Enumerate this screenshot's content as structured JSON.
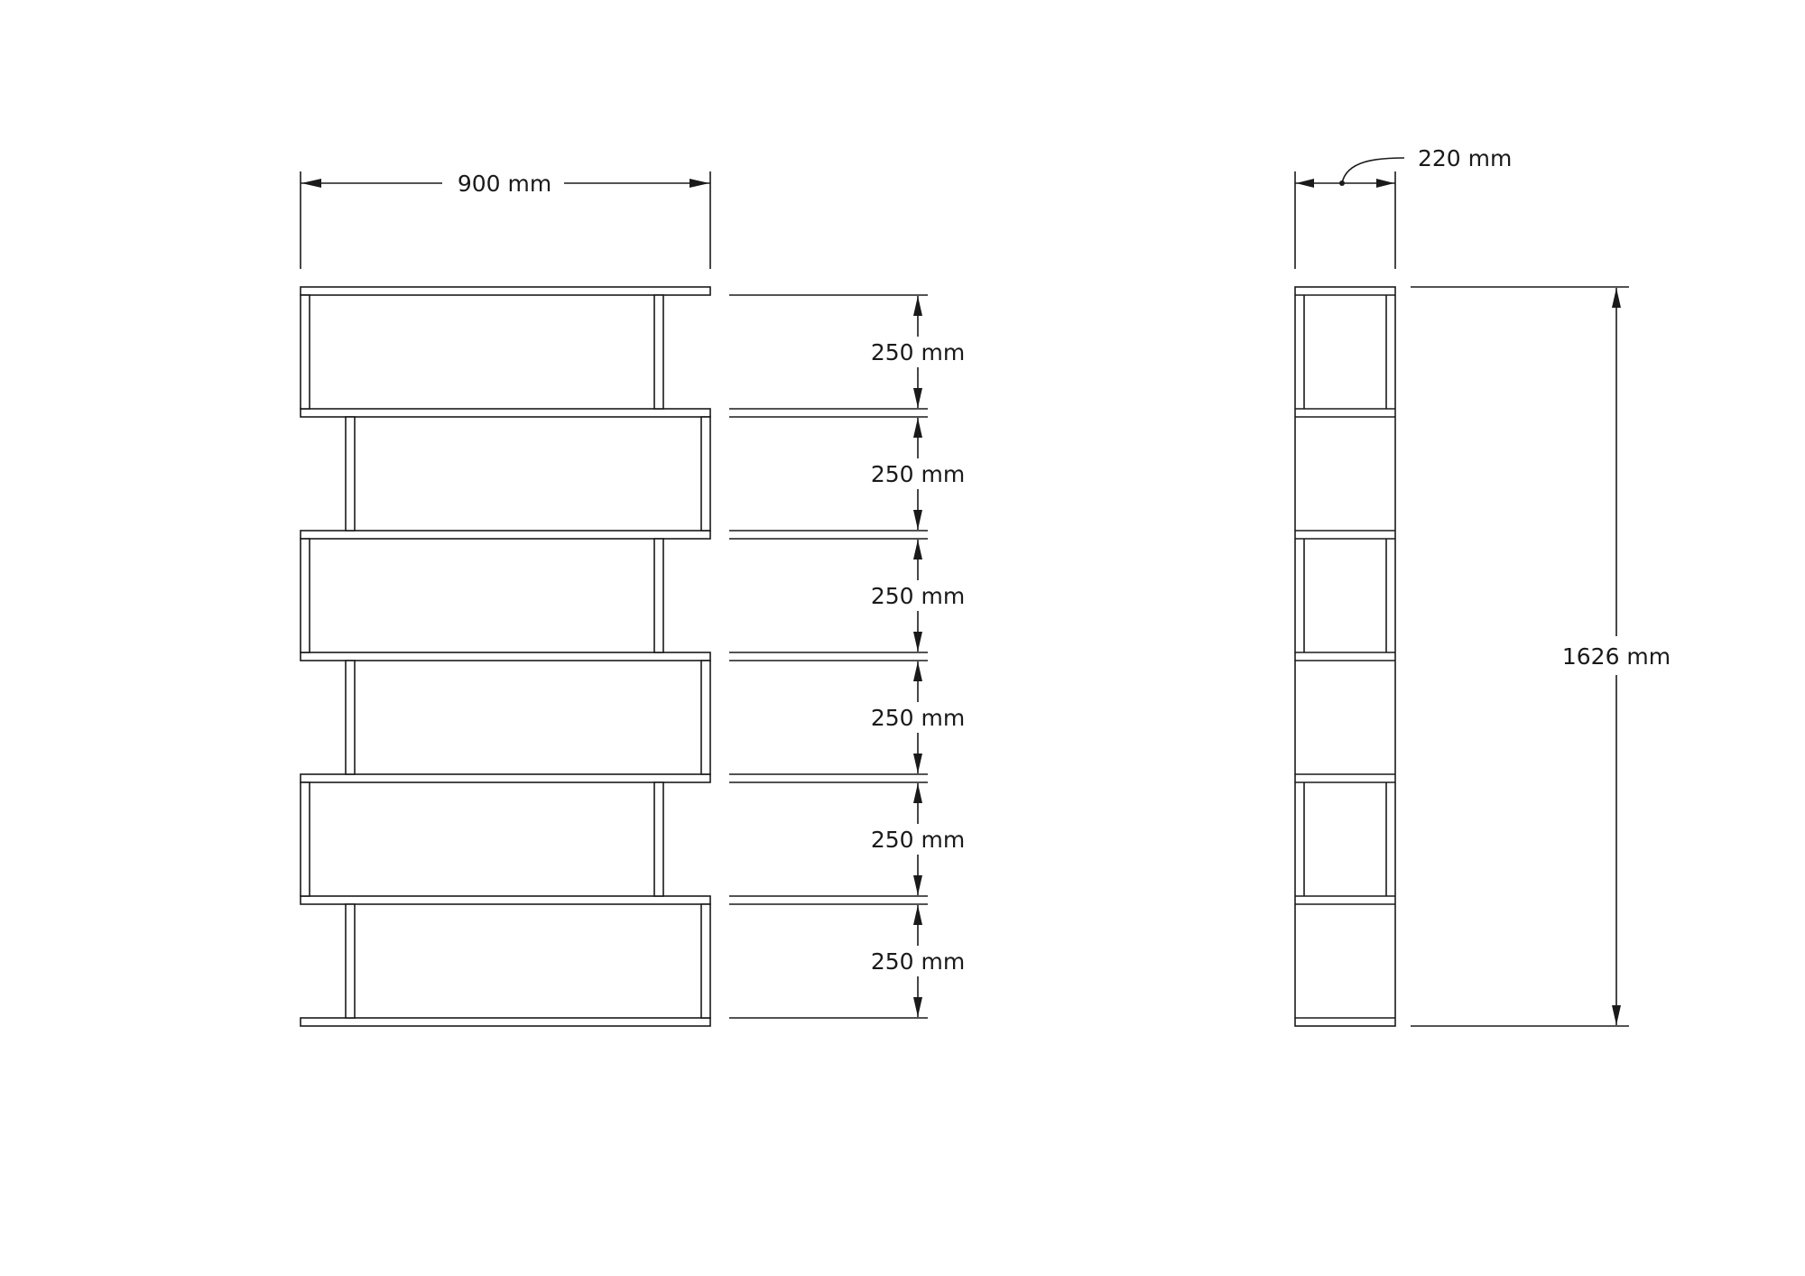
{
  "diagram": {
    "front_view": {
      "overall_width_label": "900 mm",
      "shelf_spacing_labels": [
        "250 mm",
        "250 mm",
        "250 mm",
        "250 mm",
        "250 mm",
        "250 mm"
      ]
    },
    "side_view": {
      "depth_label": "220 mm",
      "overall_height_label": "1626 mm"
    }
  }
}
